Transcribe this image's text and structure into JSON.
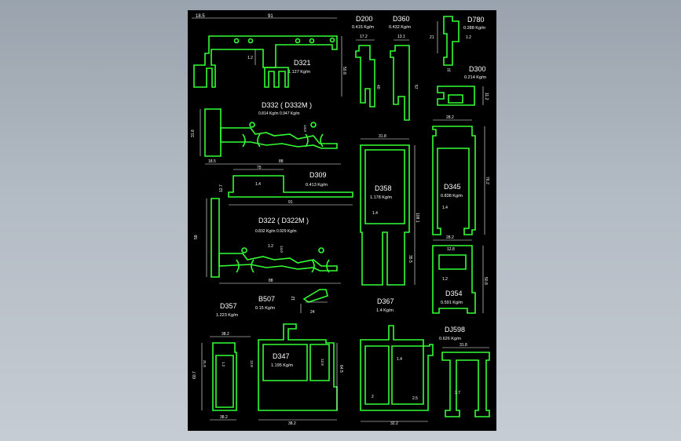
{
  "colors": {
    "background": "#000000",
    "profile": "#33ff33",
    "dimension": "#ffffff"
  },
  "profiles": [
    {
      "code": "D321",
      "weight": "1.127 Kg/m"
    },
    {
      "code": "D200",
      "weight": "0.415 Kg/m"
    },
    {
      "code": "D360",
      "weight": "0.432 Kg/m"
    },
    {
      "code": "D780",
      "weight": "0.288 Kg/m"
    },
    {
      "code": "D300",
      "weight": "0.214 Kg/m"
    },
    {
      "code": "D332 ( D332M )",
      "weight": "0.814 Kg/m 0.947 Kg/m"
    },
    {
      "code": "D309",
      "weight": "0.413 Kg/m"
    },
    {
      "code": "D358",
      "weight": "1.178 Kg/m"
    },
    {
      "code": "D345",
      "weight": "0.838 Kg/m"
    },
    {
      "code": "D322 ( D322M )",
      "weight": "0.832 Kg/m 0.929 Kg/m"
    },
    {
      "code": "D354",
      "weight": "0.591 Kg/m"
    },
    {
      "code": "D357",
      "weight": "1.223 Kg/m"
    },
    {
      "code": "B507",
      "weight": "0.15 Kg/m"
    },
    {
      "code": "D367",
      "weight": "1.4 Kg/m"
    },
    {
      "code": "DJ598",
      "weight": "0.626 Kg/m"
    },
    {
      "code": "D347",
      "weight": "1.195 Kg/m"
    }
  ],
  "dims": {
    "d321_left": "18.5",
    "d321_width": "91",
    "d321_height": "50.8",
    "d321_wall": "1.2",
    "d200_w": "17.2",
    "d200_h": "40",
    "d360_w": "13.1",
    "d360_h": "57",
    "d780_h": "21",
    "d780_w": "1.2",
    "d780_b": "11",
    "d300_h": "11.2",
    "d332_h": "31.8",
    "d332_l": "18.5",
    "d332_w": "88",
    "d332_t": "14.0",
    "d309_h": "12.7",
    "d309_w": "75",
    "d309_t": "1.4",
    "d309_len": "91",
    "d358_w": "31.8",
    "d358_h": "108.1",
    "d358_t": "1.4",
    "d358_s": "35.5",
    "d345_w": "28.2",
    "d345_h": "76.2",
    "d345_t": "1.4",
    "d322_h": "59",
    "d322_t": "1.2",
    "d322_s": "14.0",
    "d322_w": "88",
    "d354_w": "28.2",
    "d354_i": "12.8",
    "d354_h": "50.8",
    "d354_t": "1.2",
    "b507_h": "12",
    "b507_w": "24",
    "d357_t": "38.2",
    "d357_h": "60.7",
    "d357_s": "31.8",
    "d357_i": "1.2",
    "d357_b": "38.2",
    "d357_r": "12.8",
    "d347_i": "12.8",
    "d347_h": "64.5",
    "d347_w": "38.2",
    "d367_t": "1.4",
    "d367_a": "2",
    "d367_b": "2.5",
    "d367_w": "32.2",
    "dj598_w": "31.8",
    "dj598_t": "1.7"
  }
}
